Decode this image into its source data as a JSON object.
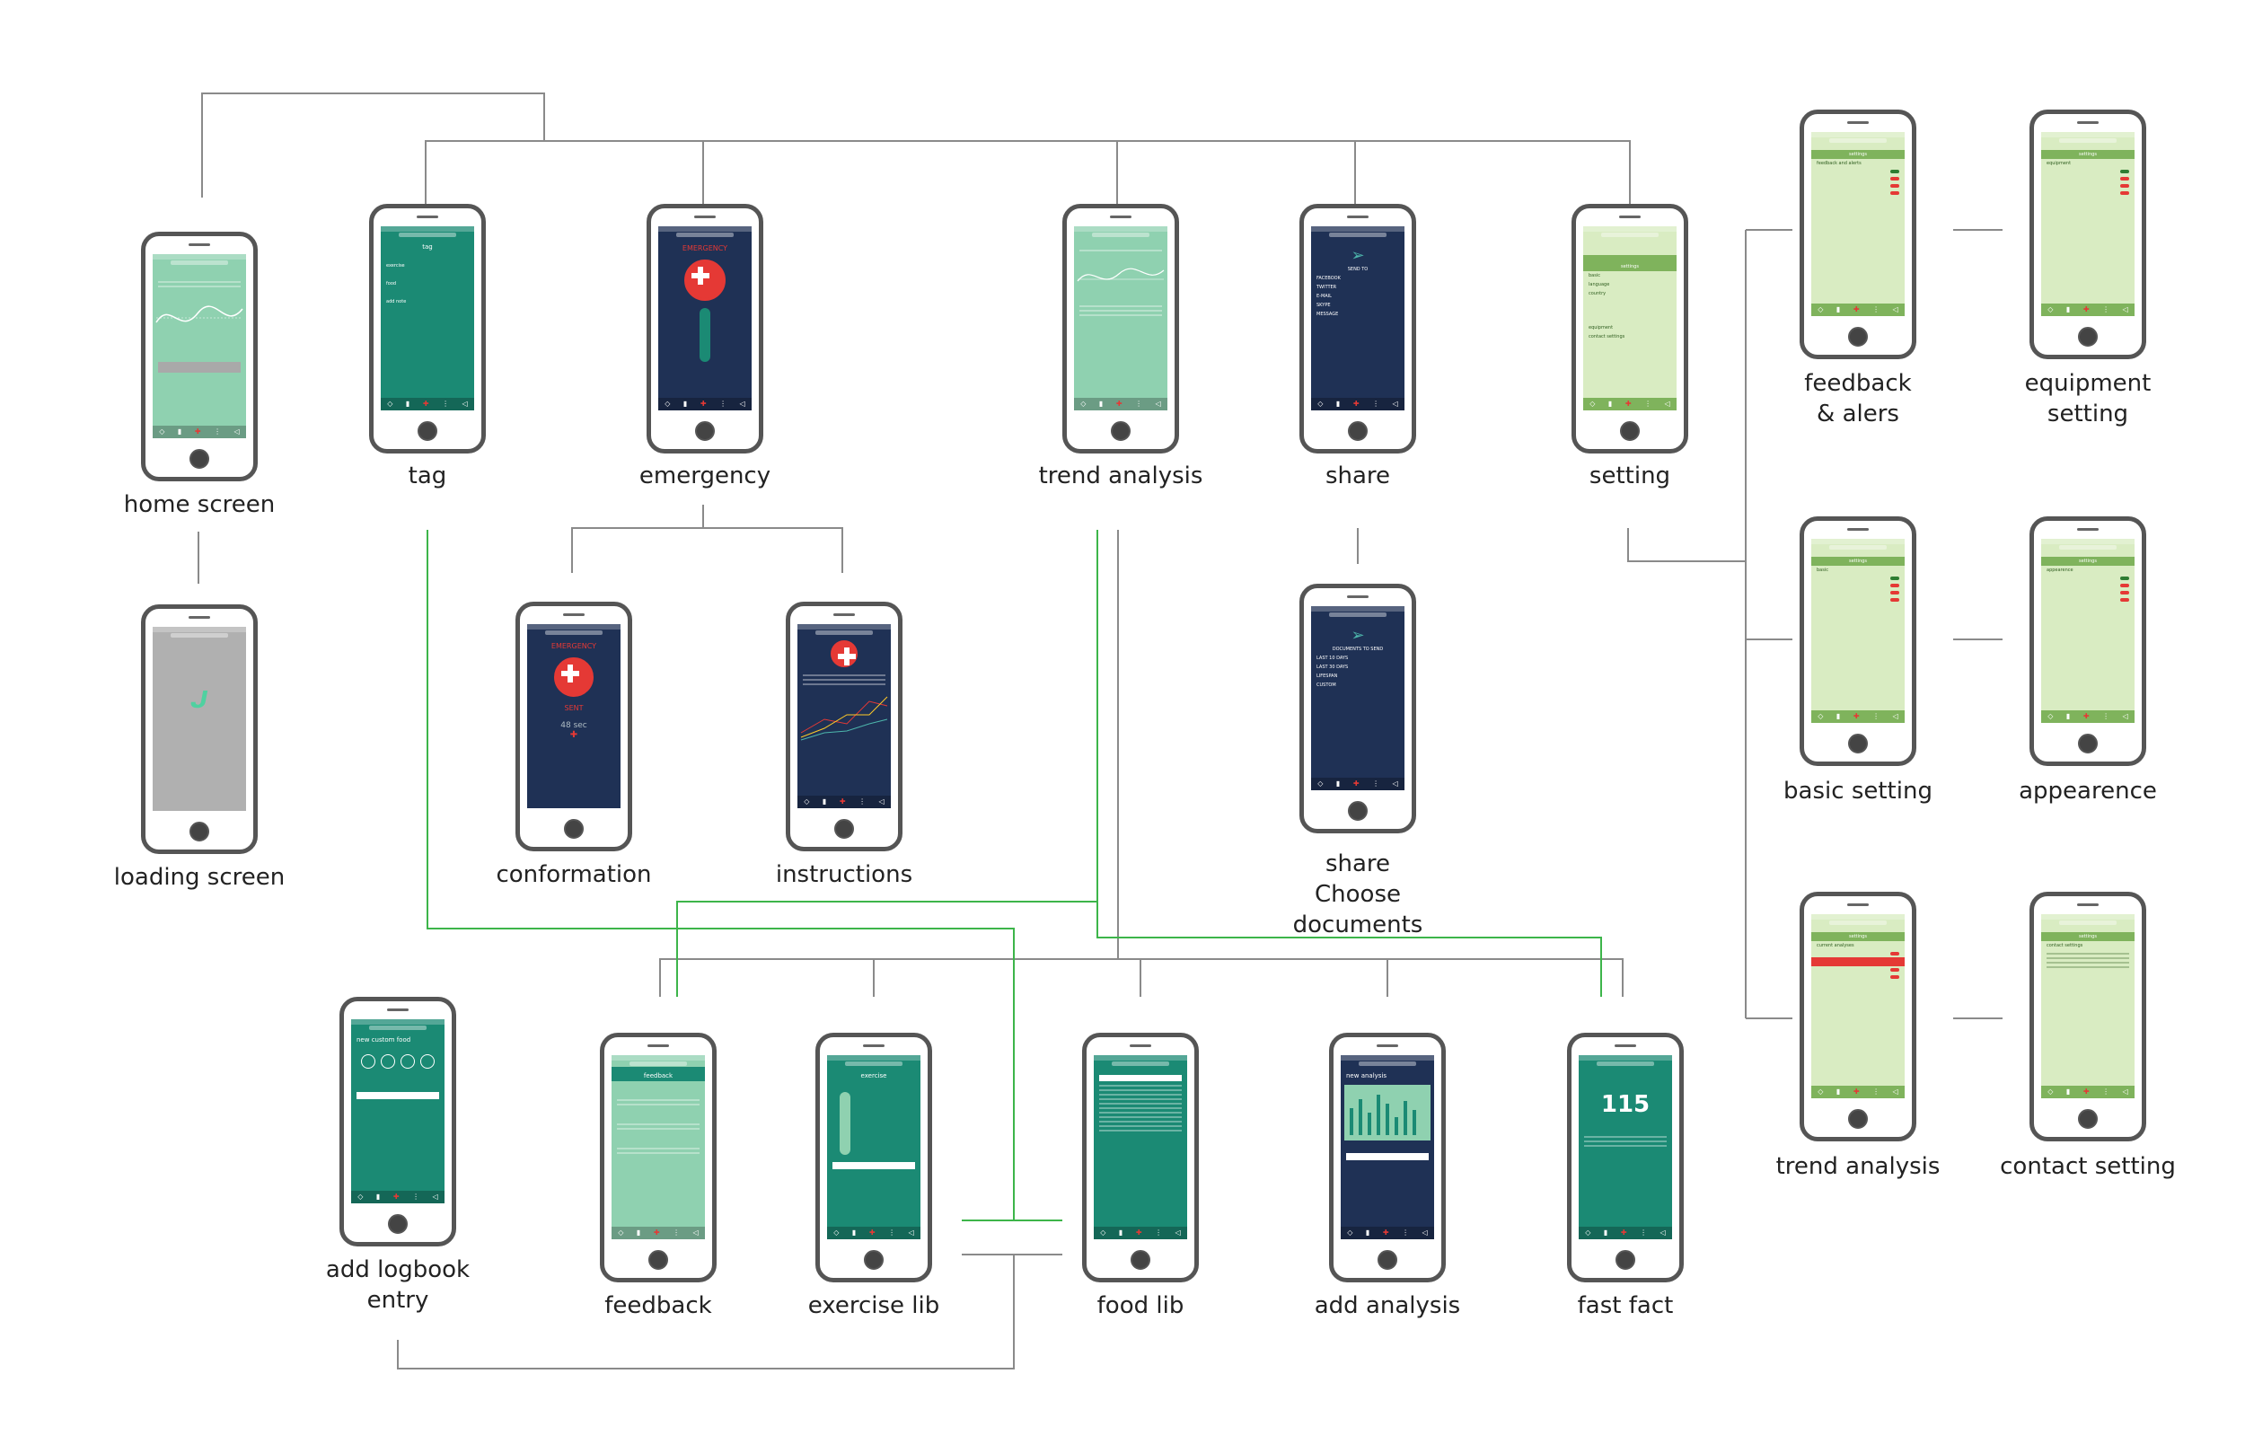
{
  "screens": {
    "home_screen": "home screen",
    "loading_screen": "loading screen",
    "tag": "tag",
    "emergency": "emergency",
    "trend_analysis": "trend analysis",
    "share": "share",
    "setting": "setting",
    "conformation": "conformation",
    "instructions": "instructions",
    "share_choose_documents": "share\nChoose documents",
    "feedback_alers": "feedback\n& alers",
    "equipment_setting": "equipment\nsetting",
    "basic_setting": "basic setting",
    "appearence": "appearence",
    "trend_analysis_settings": "trend analysis",
    "contact_setting": "contact setting",
    "add_logbook_entry": "add logbook\nentry",
    "feedback": "feedback",
    "exercise_lib": "exercise lib",
    "food_lib": "food lib",
    "add_analysis": "add analysis",
    "fast_fact": "fast fact"
  },
  "phone_content": {
    "tag": {
      "title": "tag",
      "items": [
        "exercise",
        "food",
        "add note"
      ]
    },
    "emergency": {
      "title": "EMERGENCY"
    },
    "conformation": {
      "title": "EMERGENCY",
      "status": "SENT",
      "timer": "48 sec"
    },
    "share": {
      "send_to": "SEND TO",
      "options": [
        "FACEBOOK",
        "TWITTER",
        "E-MAIL",
        "SKYPE",
        "MESSAGE"
      ]
    },
    "share_docs": {
      "heading": "DOCUMENTS TO SEND",
      "options": [
        "LAST 10 DAYS",
        "LAST 30 DAYS",
        "LIFESPAN",
        "CUSTOM"
      ]
    },
    "settings": {
      "title": "settings",
      "basic": "basic",
      "language": "language",
      "country": "country",
      "equipment": "equipment",
      "contact_settings": "contact settings",
      "feedback_and_alerts": "feedback and alerts",
      "trend_analysis": "trend analysis",
      "appearence": "appearence",
      "current_analyses": "current analyses"
    },
    "logbook": {
      "title": "new custom food"
    },
    "feedback": {
      "title": "feedback"
    },
    "exercise": {
      "title": "exercise"
    },
    "analysis": {
      "title": "new analysis"
    },
    "fast_fact": {
      "value": "115"
    }
  },
  "colors": {
    "teal": "#1b8a74",
    "mint": "#8fd1b0",
    "navy": "#1f3155",
    "light_green": "#d9ecc2",
    "gray_line": "#8a8a8a",
    "green_line": "#3db54a",
    "alert_red": "#e53935"
  }
}
